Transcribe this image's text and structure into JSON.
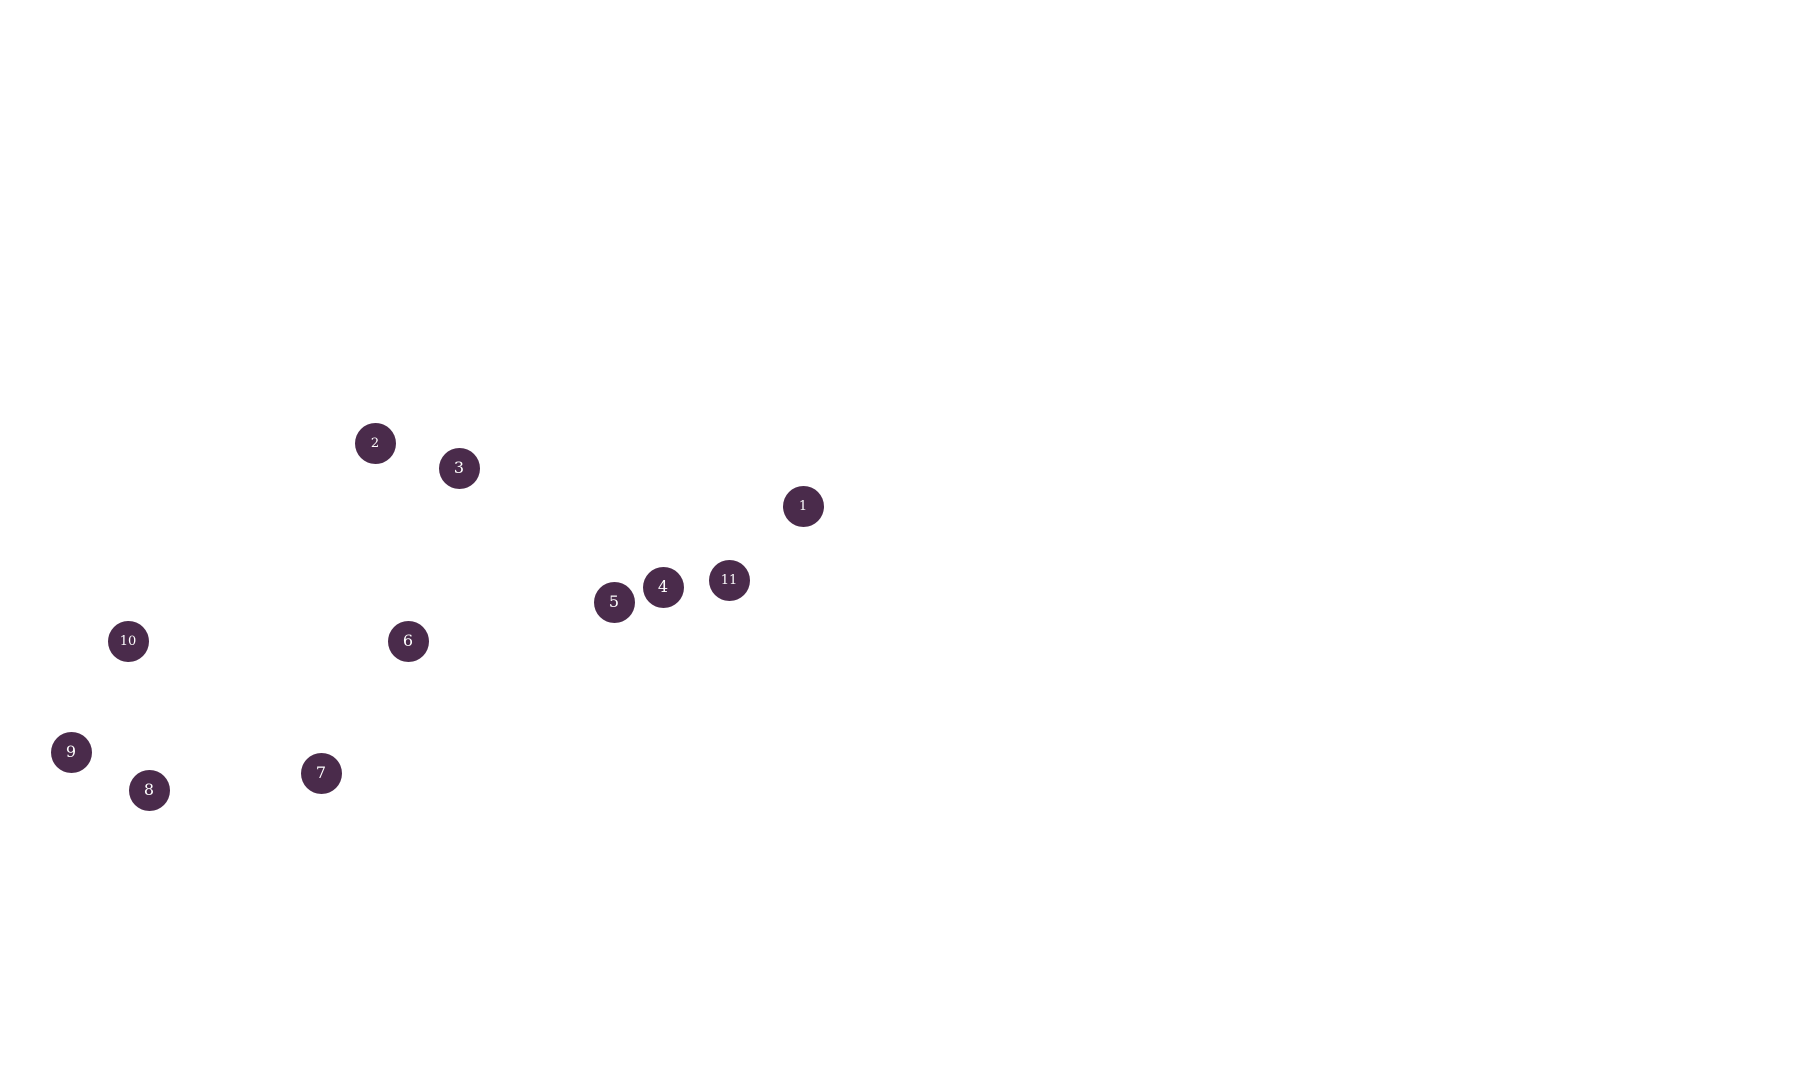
{
  "map": {
    "marker_color": "#4a2b4b",
    "background_color": "#ffffff",
    "markers": [
      {
        "label": "1"
      },
      {
        "label": "2"
      },
      {
        "label": "3"
      },
      {
        "label": "4"
      },
      {
        "label": "5"
      },
      {
        "label": "6"
      },
      {
        "label": "7"
      },
      {
        "label": "8"
      },
      {
        "label": "9"
      },
      {
        "label": "10"
      },
      {
        "label": "11"
      }
    ]
  }
}
